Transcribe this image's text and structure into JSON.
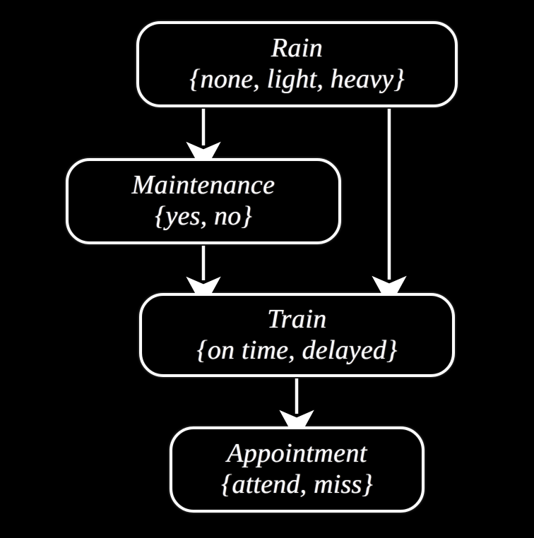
{
  "diagram": {
    "type": "directed-acyclic-graph",
    "title": "",
    "background_color": "#000000",
    "node_border_color": "#ffffff",
    "node_fill_color": "#000000",
    "edge_color": "#ffffff",
    "text_color": "#ffffff",
    "nodes": [
      {
        "id": "rain",
        "name": "Rain",
        "states_text": "{none, light, heavy}",
        "states": [
          "none",
          "light",
          "heavy"
        ]
      },
      {
        "id": "maintenance",
        "name": "Maintenance",
        "states_text": "{yes, no}",
        "states": [
          "yes",
          "no"
        ]
      },
      {
        "id": "train",
        "name": "Train",
        "states_text": "{on time, delayed}",
        "states": [
          "on time",
          "delayed"
        ]
      },
      {
        "id": "appointment",
        "name": "Appointment",
        "states_text": "{attend, miss}",
        "states": [
          "attend",
          "miss"
        ]
      }
    ],
    "edges": [
      {
        "id": "rain-to-maintenance",
        "from": "Rain",
        "to": "Maintenance"
      },
      {
        "id": "rain-to-train",
        "from": "Rain",
        "to": "Train"
      },
      {
        "id": "maintenance-to-train",
        "from": "Maintenance",
        "to": "Train"
      },
      {
        "id": "train-to-appointment",
        "from": "Train",
        "to": "Appointment"
      }
    ]
  }
}
